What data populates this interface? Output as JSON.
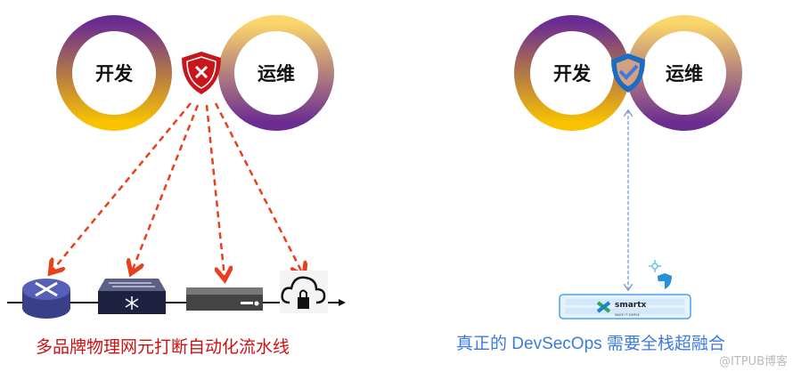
{
  "left_panel": {
    "dev_label": "开发",
    "ops_label": "运维",
    "caption": "多品牌物理网元打断自动化流水线"
  },
  "right_panel": {
    "dev_label": "开发",
    "ops_label": "运维",
    "product_logo": "smartx",
    "product_tagline": "MAKE IT SIMPLE",
    "caption": "真正的 DevSecOps 需要全栈超融合"
  },
  "watermark": "@ITPUB博客",
  "colors": {
    "purple": "#6b2c91",
    "gold": "#f5c518",
    "red": "#cc1111",
    "blue": "#3b7be0",
    "arrow": "#e8401c"
  }
}
